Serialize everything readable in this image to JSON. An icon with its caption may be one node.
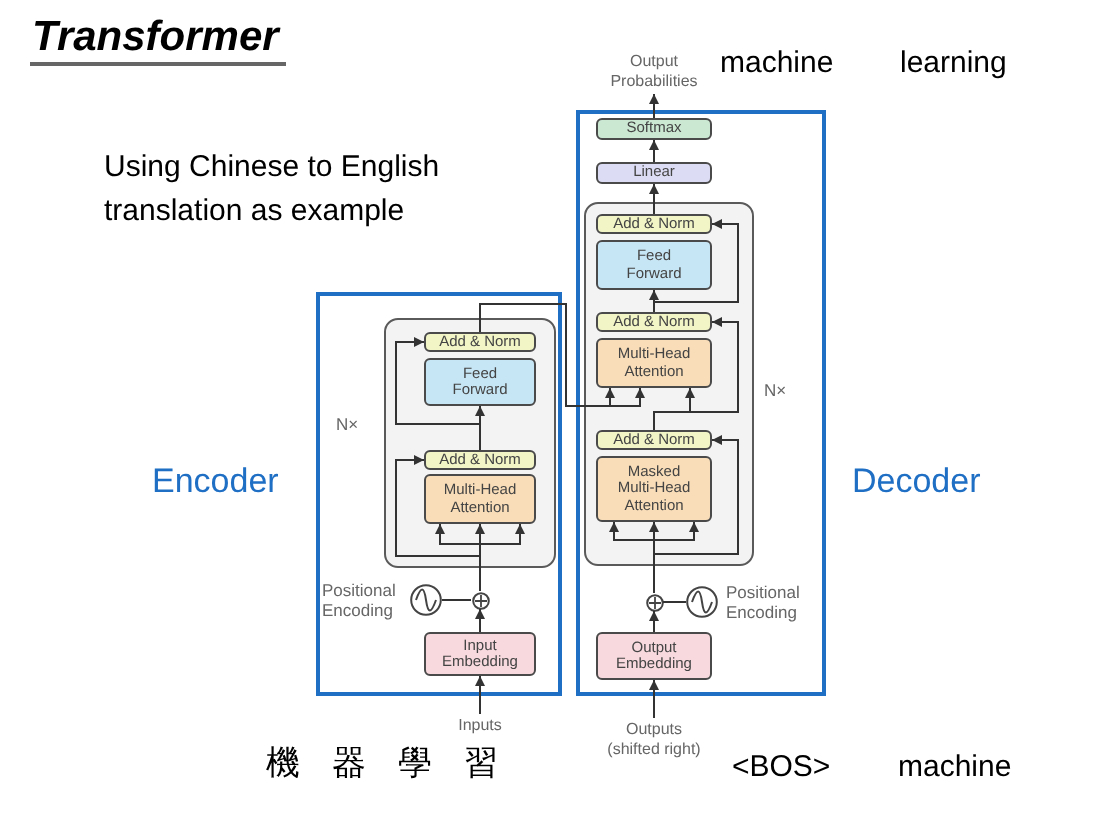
{
  "diagram": {
    "title": "Transformer",
    "nodes": [
      {
        "text": [
          "Encoder"
        ]
      },
      {
        "text": [
          "N×"
        ],
        "in": 0
      },
      {
        "text": [
          "Add & Norm"
        ],
        "in": 1
      },
      {
        "text": [
          "Feed Forward"
        ],
        "in": 1
      },
      {
        "text": [
          "Add & Norm"
        ],
        "in": 1
      },
      {
        "text": [
          "Multi-Head Attention"
        ],
        "in": 1
      },
      {
        "text": [],
        "shape": "circle",
        "beside": [
          "Positional Encoding"
        ],
        "in": 0
      },
      {
        "text": [],
        "shape": "circle",
        "in": 0
      },
      {
        "text": [
          "Input Embedding"
        ],
        "in": 0
      },
      {
        "text": [
          "Inputs"
        ]
      },
      {
        "text": [
          "Output Probabilities"
        ]
      },
      {
        "text": [
          "Decoder"
        ]
      },
      {
        "text": [
          "Softmax"
        ],
        "in": 11
      },
      {
        "text": [
          "Linear"
        ],
        "in": 11
      },
      {
        "text": [
          "N×"
        ],
        "in": 11
      },
      {
        "text": [
          "Add & Norm"
        ],
        "in": 14
      },
      {
        "text": [
          "Feed Forward"
        ],
        "in": 14
      },
      {
        "text": [
          "Add & Norm"
        ],
        "in": 14
      },
      {
        "text": [
          "Multi-Head Attention"
        ],
        "in": 14
      },
      {
        "text": [
          "Add & Norm"
        ],
        "in": 14
      },
      {
        "text": [
          "Masked Multi-Head Attention"
        ],
        "in": 14
      },
      {
        "text": [],
        "shape": "circle",
        "in": 11
      },
      {
        "text": [],
        "shape": "circle",
        "beside": [
          "Positional Encoding"
        ],
        "in": 11
      },
      {
        "text": [
          "Output Embedding"
        ],
        "in": 11
      },
      {
        "text": [
          "Outputs (shifted right)"
        ]
      }
    ],
    "edges": [
      {
        "from": 9,
        "to": 8,
        "arrow": "to"
      },
      {
        "from": 8,
        "to": 7,
        "arrow": "to"
      },
      {
        "from": 6,
        "to": 7,
        "arrow": "none"
      },
      {
        "from": 7,
        "to": 5,
        "arrow": "to"
      },
      {
        "from": 7,
        "to": 4,
        "arrow": "to"
      },
      {
        "from": 4,
        "to": 3,
        "arrow": "to"
      },
      {
        "from": 4,
        "to": 2,
        "arrow": "to"
      },
      {
        "from": 2,
        "to": 18,
        "arrow": "to"
      },
      {
        "from": 24,
        "to": 23,
        "arrow": "to"
      },
      {
        "from": 23,
        "to": 21,
        "arrow": "to"
      },
      {
        "from": 22,
        "to": 21,
        "arrow": "none"
      },
      {
        "from": 21,
        "to": 20,
        "arrow": "to"
      },
      {
        "from": 21,
        "to": 19,
        "arrow": "to"
      },
      {
        "from": 19,
        "to": 18,
        "arrow": "to"
      },
      {
        "from": 19,
        "to": 17,
        "arrow": "to"
      },
      {
        "from": 17,
        "to": 16,
        "arrow": "to"
      },
      {
        "from": 17,
        "to": 15,
        "arrow": "to"
      },
      {
        "from": 15,
        "to": 13,
        "arrow": "to"
      },
      {
        "from": 13,
        "to": 12,
        "arrow": "to"
      },
      {
        "from": 12,
        "to": 10,
        "arrow": "to"
      }
    ],
    "labels": [
      "machine",
      "learning",
      "Using Chinese to English translation as example",
      "機",
      "器",
      "學",
      "習",
      "<BOS>",
      "machine"
    ]
  }
}
